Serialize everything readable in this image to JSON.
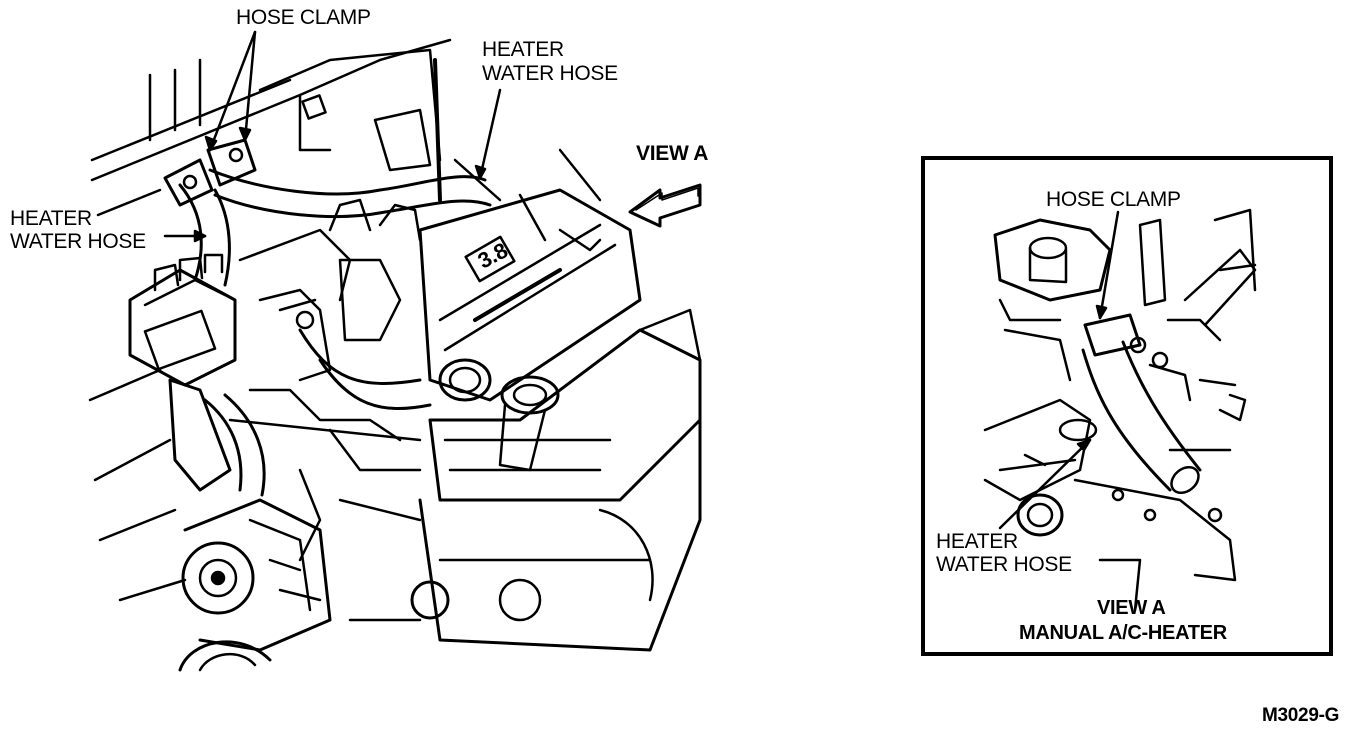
{
  "main_view": {
    "hose_clamp_label": "HOSE CLAMP",
    "heater_hose_top_line1": "HEATER",
    "heater_hose_top_line2": "WATER HOSE",
    "heater_hose_left_line1": "HEATER",
    "heater_hose_left_line2": "WATER HOSE",
    "view_a_label": "VIEW A",
    "intake_badge_text": "3.8"
  },
  "inset_view": {
    "hose_clamp_label": "HOSE CLAMP",
    "heater_hose_line1": "HEATER",
    "heater_hose_line2": "WATER HOSE",
    "caption_line1": "VIEW A",
    "caption_line2": "MANUAL A/C-HEATER"
  },
  "figure_id": "M3029-G",
  "colors": {
    "ink": "#000000",
    "paper": "#ffffff"
  }
}
